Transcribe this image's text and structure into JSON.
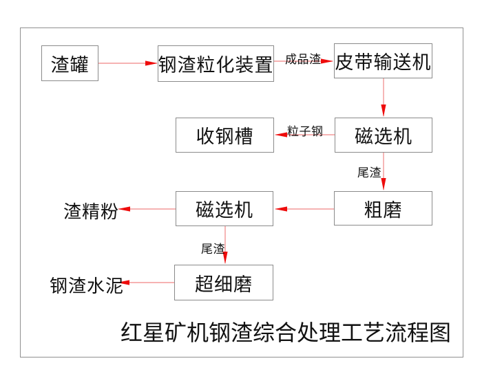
{
  "diagram": {
    "title": "红星矿机钢渣综合处理工艺流程图",
    "nodes": {
      "slag_pot": "渣罐",
      "granulation": "钢渣粒化装置",
      "belt_conveyor": "皮带输送机",
      "steel_trough": "收钢槽",
      "magnetic_separator_1": "磁选机",
      "magnetic_separator_2": "磁选机",
      "coarse_mill": "粗磨",
      "ultrafine_mill": "超细磨"
    },
    "outputs": {
      "slag_fine_powder": "渣精粉",
      "slag_cement": "钢渣水泥"
    },
    "edges": [
      {
        "from": "slag_pot",
        "to": "granulation",
        "label": ""
      },
      {
        "from": "granulation",
        "to": "belt_conveyor",
        "label": "成品渣"
      },
      {
        "from": "belt_conveyor",
        "to": "magnetic_separator_1",
        "label": ""
      },
      {
        "from": "magnetic_separator_1",
        "to": "steel_trough",
        "label": "粒子钢"
      },
      {
        "from": "magnetic_separator_1",
        "to": "coarse_mill",
        "label": "尾渣"
      },
      {
        "from": "coarse_mill",
        "to": "magnetic_separator_2",
        "label": ""
      },
      {
        "from": "magnetic_separator_2",
        "to": "slag_fine_powder",
        "label": ""
      },
      {
        "from": "magnetic_separator_2",
        "to": "ultrafine_mill",
        "label": "尾渣"
      },
      {
        "from": "ultrafine_mill",
        "to": "slag_cement",
        "label": ""
      }
    ],
    "colors": {
      "arrow_line": "#f08484",
      "arrow_head": "#ee0c0c",
      "box_border": "#8a8a8a",
      "frame_border": "#8f8f8f",
      "text": "#111111"
    }
  }
}
